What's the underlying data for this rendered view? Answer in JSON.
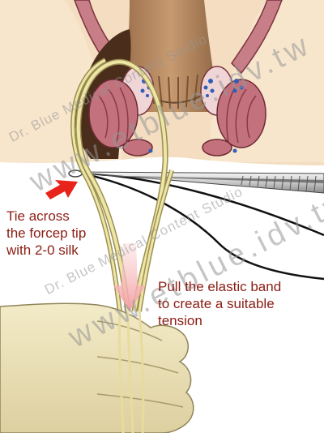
{
  "captions": {
    "tie": [
      "Tie across",
      "the forcep tip",
      "with 2-0 silk"
    ],
    "pull": [
      "Pull the elastic band",
      "to create a suitable",
      "tension"
    ]
  },
  "watermarks": {
    "studio": "Dr. Blue Medical Content Studio",
    "site": "www.etblue.idv.tw"
  },
  "colors": {
    "caption_text": "#8b1d14",
    "arrow_red": "#e8231b",
    "pull_arrow": "#f2a0a4",
    "elastic_band": "#eee6a6",
    "glove": "#ede2b6",
    "skin": "#f5dfc3",
    "rectum": "#b5865e",
    "muscle": "#c3727d",
    "background": "#f4ddc0"
  }
}
